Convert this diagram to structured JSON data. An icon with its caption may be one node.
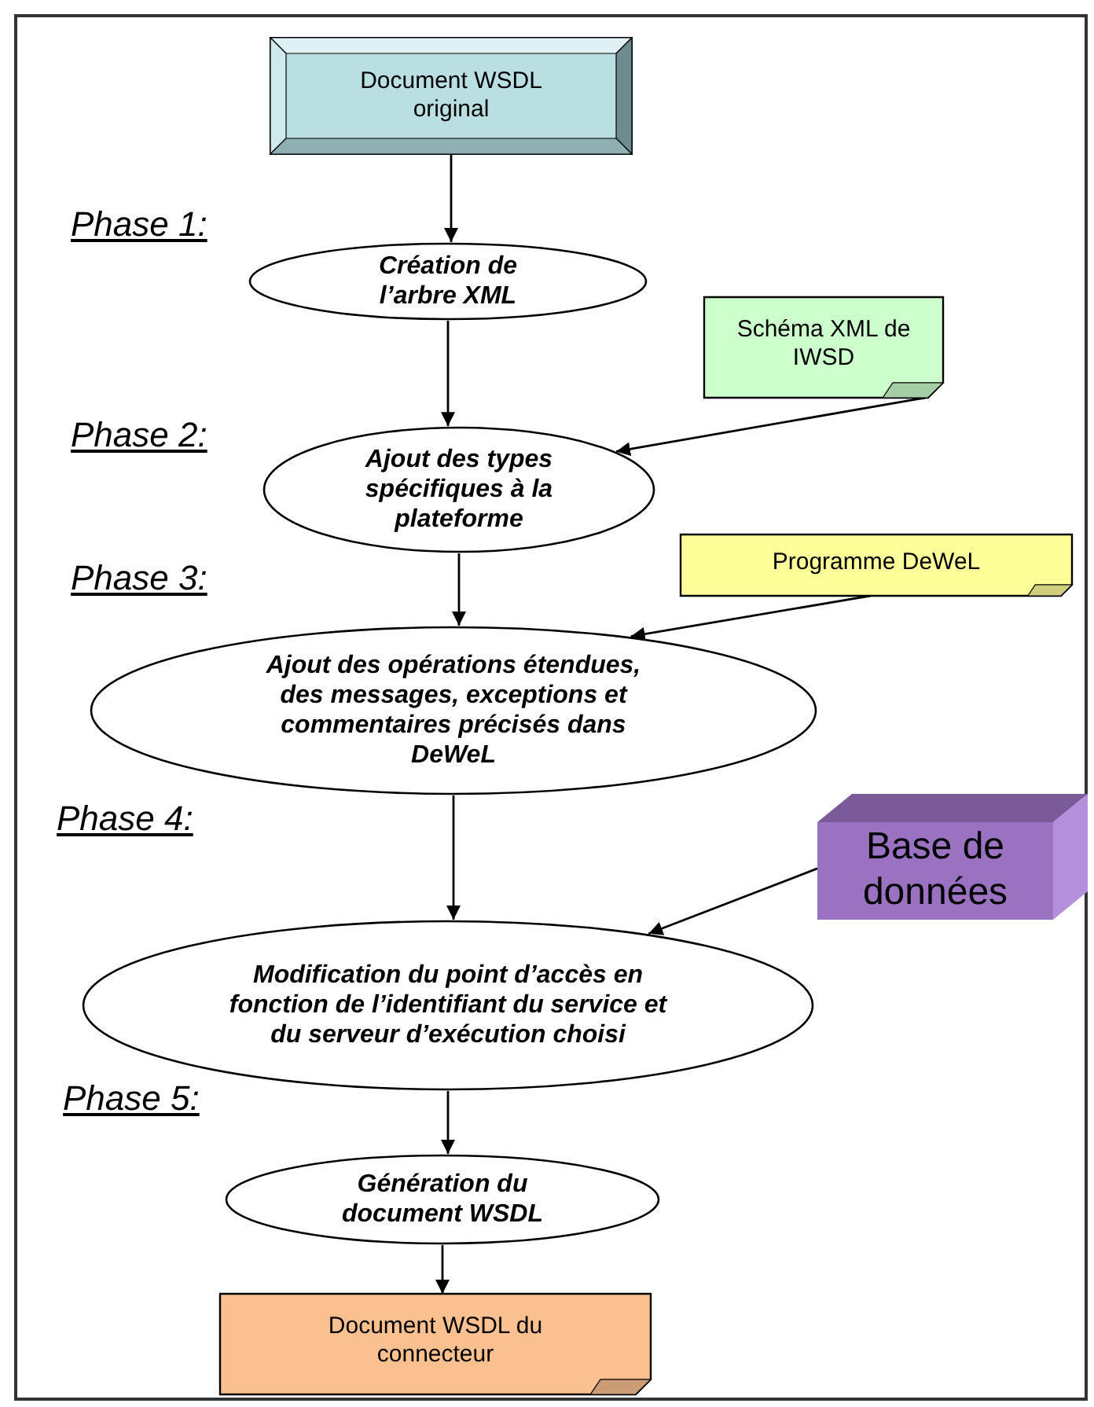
{
  "diagram": {
    "nodes": [
      {
        "text": [
          "Document WSDL original"
        ]
      },
      {
        "text": [
          "Création de l’arbre XML"
        ]
      },
      {
        "text": [
          "Schéma XML de IWSD"
        ]
      },
      {
        "text": [
          "Ajout des types spécifiques à la plateforme"
        ]
      },
      {
        "text": [
          "Programme DeWeL"
        ]
      },
      {
        "text": [
          "Ajout des opérations étendues, des messages, exceptions et commentaires précisés dans DeWeL"
        ]
      },
      {
        "text": [
          "Base de données"
        ]
      },
      {
        "text": [
          "Modification du point d’accès en fonction de l’identifiant du service et du serveur d’exécution choisi"
        ]
      },
      {
        "text": [
          "Génération du document WSDL"
        ]
      },
      {
        "text": [
          "Document WSDL du connecteur"
        ]
      }
    ],
    "edges": [
      {
        "from": 0,
        "to": 1,
        "arrow": "to"
      },
      {
        "from": 1,
        "to": 3,
        "arrow": "to"
      },
      {
        "from": 2,
        "to": 3,
        "arrow": "to"
      },
      {
        "from": 3,
        "to": 5,
        "arrow": "to"
      },
      {
        "from": 4,
        "to": 5,
        "arrow": "to"
      },
      {
        "from": 5,
        "to": 7,
        "arrow": "to"
      },
      {
        "from": 6,
        "to": 7,
        "arrow": "to"
      },
      {
        "from": 7,
        "to": 8,
        "arrow": "to"
      },
      {
        "from": 8,
        "to": 9,
        "arrow": "to"
      }
    ],
    "labels": [
      "Phase 1:",
      "Phase 2:",
      "Phase 3:",
      "Phase 4:",
      "Phase 5:"
    ]
  }
}
